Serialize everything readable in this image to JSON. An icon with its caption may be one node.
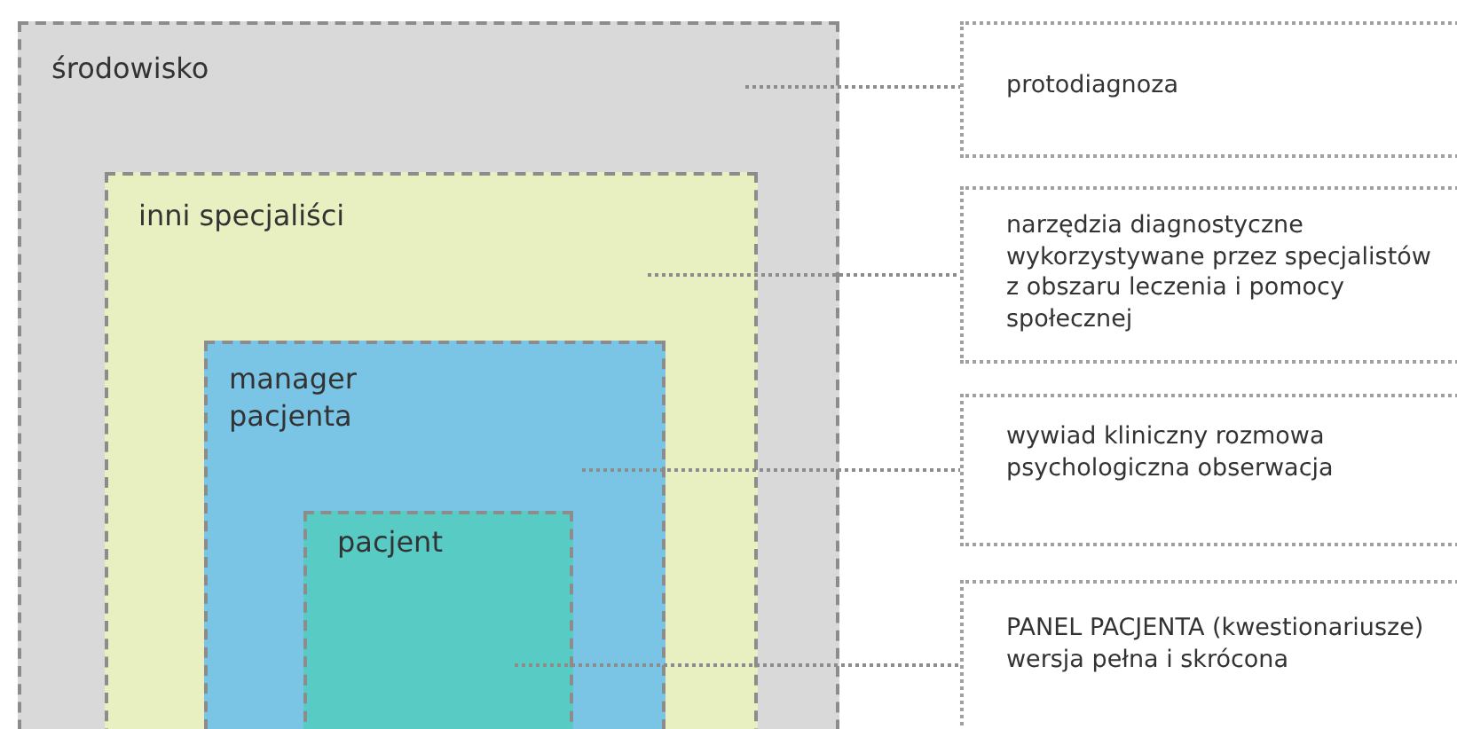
{
  "diagram": {
    "nodes": [
      {
        "text": [
          "środowisko"
        ]
      },
      {
        "text": [
          "inni specjaliści"
        ],
        "in": 0
      },
      {
        "text": [
          "manager pacjenta"
        ],
        "in": 1
      },
      {
        "text": [
          "pacjent"
        ],
        "in": 2
      },
      {
        "text": [
          "protodiagnoza"
        ]
      },
      {
        "text": [
          "narzędzia diagnostyczne wykorzystywane przez specjalistów z obszaru leczenia i pomocy społecznej"
        ]
      },
      {
        "text": [
          "wywiad kliniczny rozmowa psychologiczna obserwacja"
        ]
      },
      {
        "text": [
          "PANEL PACJENTA (kwestionariusze) wersja pełna i skrócona"
        ]
      }
    ],
    "edges": [
      {
        "from": 0,
        "to": 4,
        "arrow": "none",
        "style": "dashed"
      },
      {
        "from": 1,
        "to": 5,
        "arrow": "none",
        "style": "dashed"
      },
      {
        "from": 2,
        "to": 6,
        "arrow": "none",
        "style": "dashed"
      },
      {
        "from": 3,
        "to": 7,
        "arrow": "none",
        "style": "dashed"
      }
    ]
  }
}
